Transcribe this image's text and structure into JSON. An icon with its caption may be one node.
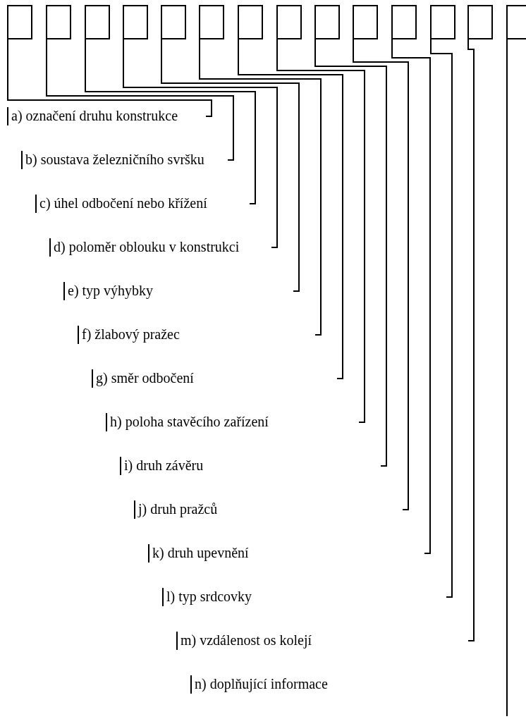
{
  "diagram": {
    "nodes": [
      {
        "text": [],
        "shape": "box"
      },
      {
        "text": [],
        "shape": "box"
      },
      {
        "text": [],
        "shape": "box"
      },
      {
        "text": [],
        "shape": "box"
      },
      {
        "text": [],
        "shape": "box"
      },
      {
        "text": [],
        "shape": "box"
      },
      {
        "text": [],
        "shape": "box"
      },
      {
        "text": [],
        "shape": "box"
      },
      {
        "text": [],
        "shape": "box"
      },
      {
        "text": [],
        "shape": "box"
      },
      {
        "text": [],
        "shape": "box"
      },
      {
        "text": [],
        "shape": "box"
      },
      {
        "text": [],
        "shape": "box"
      },
      {
        "text": [],
        "shape": "box"
      },
      {
        "text": [
          "a) označení druhu konstrukce"
        ]
      },
      {
        "text": [
          "b) soustava železničního svršku"
        ]
      },
      {
        "text": [
          "c) úhel odbočení nebo křížení"
        ]
      },
      {
        "text": [
          "d) poloměr oblouku v konstrukci"
        ]
      },
      {
        "text": [
          "e) typ výhybky"
        ]
      },
      {
        "text": [
          "f) žlabový pražec"
        ]
      },
      {
        "text": [
          "g) směr odbočení"
        ]
      },
      {
        "text": [
          "h) poloha stavěcího zařízení"
        ]
      },
      {
        "text": [
          "i) druh závěru"
        ]
      },
      {
        "text": [
          "j) druh pražců"
        ]
      },
      {
        "text": [
          "k) druh upevnění"
        ]
      },
      {
        "text": [
          "l) typ srdcovky"
        ]
      },
      {
        "text": [
          "m) vzdálenost os kolejí"
        ]
      },
      {
        "text": [
          "n) doplňující informace"
        ]
      }
    ],
    "edges": [
      {
        "from": 0,
        "to": 14,
        "arrow": "none"
      },
      {
        "from": 1,
        "to": 15,
        "arrow": "none"
      },
      {
        "from": 2,
        "to": 16,
        "arrow": "none"
      },
      {
        "from": 3,
        "to": 17,
        "arrow": "none"
      },
      {
        "from": 4,
        "to": 18,
        "arrow": "none"
      },
      {
        "from": 5,
        "to": 19,
        "arrow": "none"
      },
      {
        "from": 6,
        "to": 20,
        "arrow": "none"
      },
      {
        "from": 7,
        "to": 21,
        "arrow": "none"
      },
      {
        "from": 8,
        "to": 22,
        "arrow": "none"
      },
      {
        "from": 9,
        "to": 23,
        "arrow": "none"
      },
      {
        "from": 10,
        "to": 24,
        "arrow": "none"
      },
      {
        "from": 11,
        "to": 25,
        "arrow": "none"
      },
      {
        "from": 12,
        "to": 26,
        "arrow": "none"
      },
      {
        "from": 13,
        "to": null,
        "arrow": "none"
      }
    ]
  }
}
